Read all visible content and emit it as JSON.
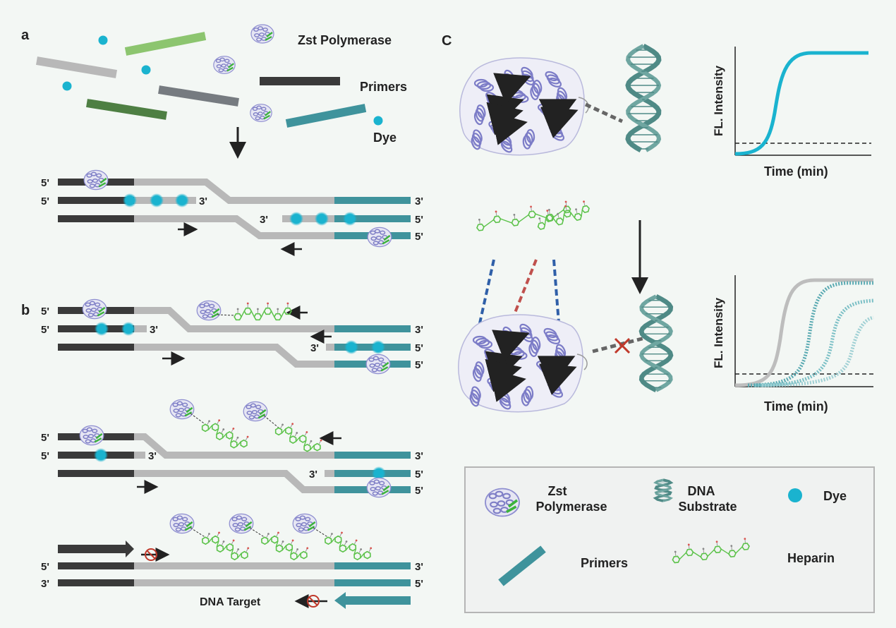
{
  "panels": {
    "a": {
      "label": "a",
      "legend_zst": "Zst Polymerase",
      "legend_primers": "Primers",
      "legend_dye": "Dye",
      "end_5": "5'",
      "end_3": "3'"
    },
    "b": {
      "label": "b",
      "end_5": "5'",
      "end_3": "3'",
      "dna_target": "DNA Target"
    },
    "c": {
      "label": "C",
      "chart_top": {
        "ylabel": "FL. Intensity",
        "xlabel": "Time (min)"
      },
      "chart_bottom": {
        "ylabel": "FL. Intensity",
        "xlabel": "Time (min)"
      }
    }
  },
  "legend": {
    "zst": "Zst\nPolymerase",
    "zst_line1": "Zst",
    "zst_line2": "Polymerase",
    "dna_line1": "DNA",
    "dna_line2": "Substrate",
    "dye": "Dye",
    "primers": "Primers",
    "heparin": "Heparin"
  },
  "colors": {
    "dark_strand": "#3a3a3a",
    "grey_strand": "#b8b8b8",
    "teal_strand": "#3f939c",
    "dye": "#1ab3cf",
    "light_green": "#8cc56f",
    "dark_green": "#4e7f43",
    "protein_blue": "#8e8ed0",
    "protein_green": "#3cb33c",
    "heparin_green": "#5cc24a",
    "blocked_red": "#c0392b"
  }
}
